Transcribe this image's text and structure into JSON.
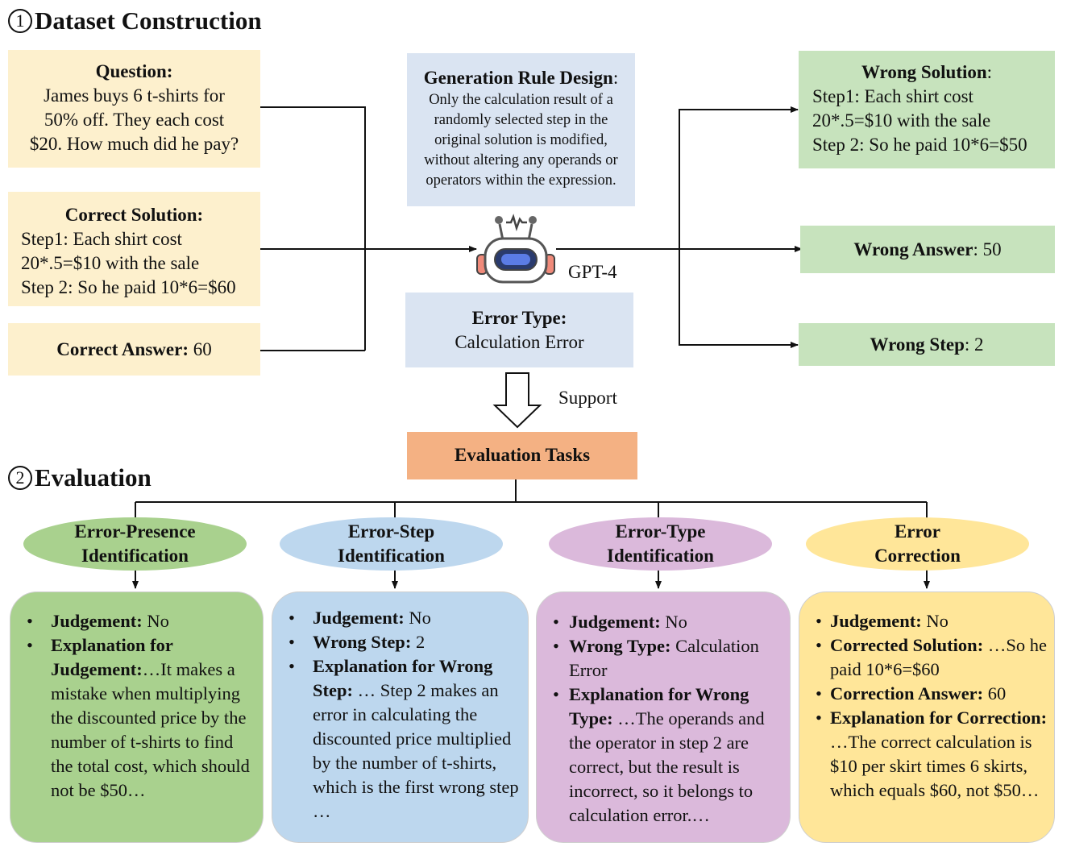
{
  "section1": {
    "num": "1",
    "title": "Dataset Construction"
  },
  "section2": {
    "num": "2",
    "title": "Evaluation"
  },
  "question": {
    "label": "Question:",
    "lines": [
      "James buys 6 t-shirts for",
      "50% off. They each cost",
      "$20. How much did he pay?"
    ]
  },
  "correct_solution": {
    "label": "Correct Solution:",
    "lines": [
      "Step1: Each shirt cost",
      "20*.5=$10 with the sale",
      "Step 2: So he paid 10*6=$60"
    ]
  },
  "correct_answer": {
    "label": "Correct Answer:",
    "value": " 60"
  },
  "generation_rule": {
    "label": "Generation Rule Design",
    "colon": ":",
    "lines": [
      "Only the calculation result of a",
      "randomly selected step in the",
      "original solution is modified,",
      "without altering any operands or",
      "operators within the expression."
    ]
  },
  "model": {
    "name": "GPT-4",
    "icon": "robot-icon"
  },
  "error_type": {
    "label": "Error Type:",
    "value": "Calculation Error"
  },
  "wrong_solution": {
    "label": "Wrong Solution",
    "colon": ":",
    "lines": [
      "Step1: Each shirt cost",
      "20*.5=$10 with the sale",
      "Step 2: So he paid 10*6=$50"
    ]
  },
  "wrong_answer": {
    "label": "Wrong Answer",
    "value": ": 50"
  },
  "wrong_step": {
    "label": "Wrong Step",
    "value": ": 2"
  },
  "support": {
    "label": "Support"
  },
  "evaluation_tasks": {
    "label": "Evaluation Tasks"
  },
  "tasks": [
    {
      "title1": "Error-Presence",
      "title2": "Identification",
      "color": "#a9d18e",
      "lines": [
        "Judgement: No",
        "Explanation for Judgement:…It makes a mistake when multiplying the discounted price by the number of t-shirts to find the total cost, which should not be $50…"
      ]
    },
    {
      "title1": "Error-Step",
      "title2": "Identification",
      "color": "#bdd7ee",
      "lines": [
        "Judgement: No",
        "Wrong Step: 2",
        "Explanation for Wrong Step: … Step 2 makes an error in calculating the discounted price multiplied by the number of t-shirts, which is the first wrong step …"
      ]
    },
    {
      "title1": "Error-Type",
      "title2": "Identification",
      "color": "#dbb9db",
      "lines": [
        "Judgement: No",
        "Wrong Type: Calculation Error",
        "Explanation for Wrong Type: …The operands and the operator in step 2 are correct, but the result is incorrect, so it belongs to calculation error.…"
      ]
    },
    {
      "title1": "Error",
      "title2": "Correction",
      "color": "#ffe699",
      "lines": [
        "Judgement: No",
        "Corrected Solution: …So he paid 10*6=$60",
        "Correction Answer: 60",
        "Explanation for Correction: …The correct calculation is $10 per skirt times 6 skirts, which equals $60, not $50…"
      ]
    }
  ],
  "cards": [
    {
      "items": [
        {
          "label": "Judgement:",
          "text": " No"
        },
        {
          "label": "Explanation for Judgement:",
          "text": "…It makes a mistake when multiplying the discounted price by the number of t-shirts to find the total cost, which should not be $50…"
        }
      ]
    },
    {
      "items": [
        {
          "label": "Judgement:",
          "text": " No"
        },
        {
          "label": "Wrong Step:",
          "text": " 2"
        },
        {
          "label": "Explanation for Wrong Step:",
          "text": " … Step 2 makes an error in calculating the discounted price multiplied by the number of t-shirts, which is the first wrong step …"
        }
      ]
    },
    {
      "items": [
        {
          "label": "Judgement:",
          "text": " No"
        },
        {
          "label": "Wrong Type:",
          "text": " Calculation Error"
        },
        {
          "label": "Explanation for Wrong Type:",
          "text": " …The operands and the operator in step 2 are correct, but the result is incorrect, so it belongs to calculation error.…"
        }
      ]
    },
    {
      "items": [
        {
          "label": "Judgement:",
          "text": " No"
        },
        {
          "label": "Corrected Solution:",
          "text": " …So he paid 10*6=$60"
        },
        {
          "label": "Correction Answer:",
          "text": " 60"
        },
        {
          "label": "Explanation for Correction:",
          "text": " …The correct calculation is $10 per skirt times 6 skirts, which equals $60, not $50…"
        }
      ]
    }
  ]
}
